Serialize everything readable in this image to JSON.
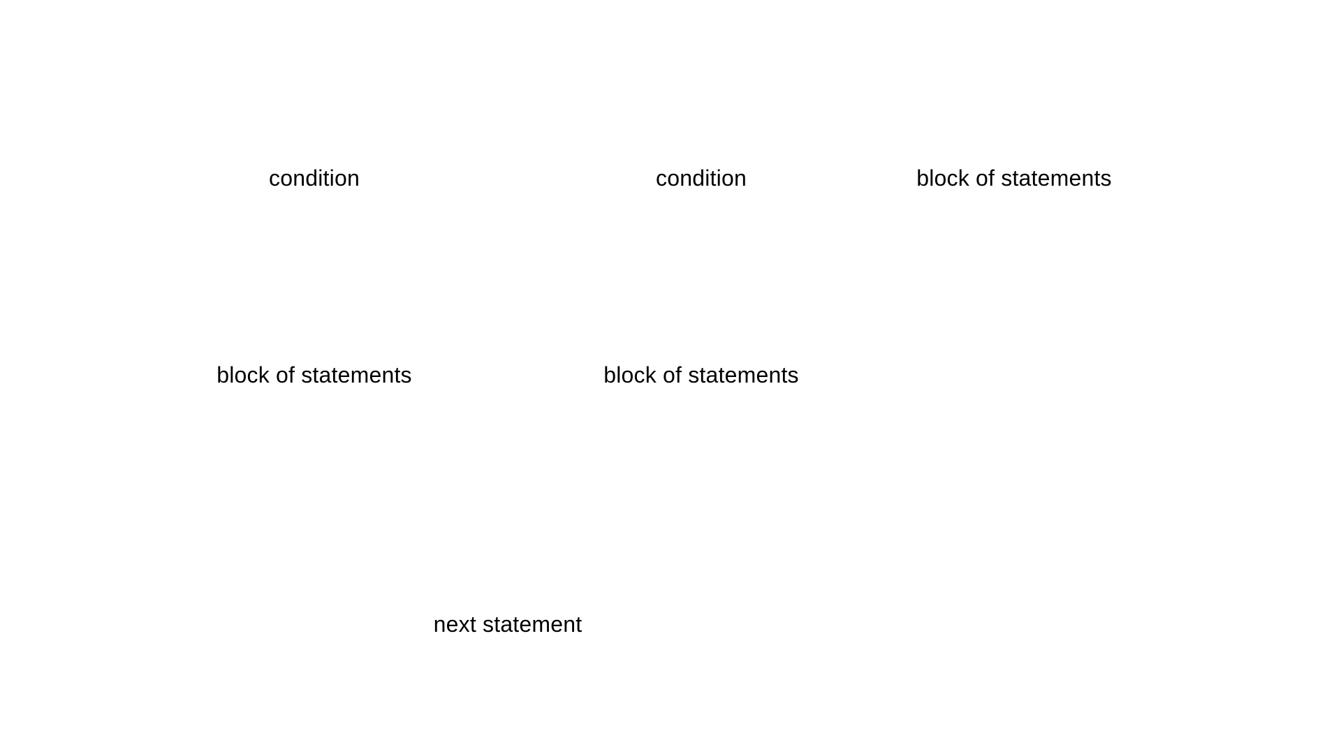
{
  "diagram": {
    "labels": {
      "condition_1": "condition",
      "condition_2": "condition",
      "block_right": "block of statements",
      "block_left": "block of statements",
      "block_middle": "block of statements",
      "next_statement": "next statement"
    },
    "colors": {
      "background": "#ffffff",
      "text": "#000000"
    }
  }
}
